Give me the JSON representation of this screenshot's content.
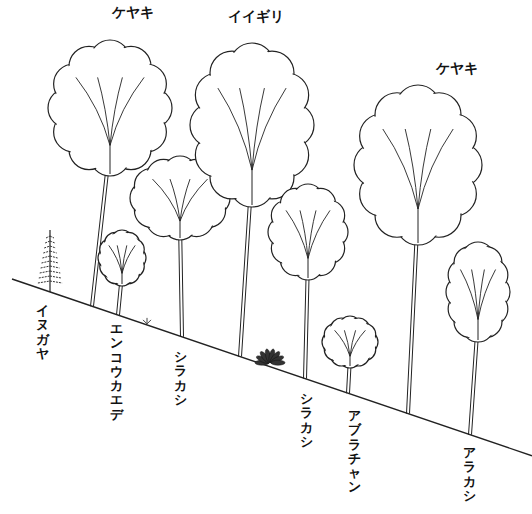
{
  "diagram": {
    "labels": [
      "ケヤキ",
      "イイギリ",
      "ケヤキ",
      "イヌガヤ",
      "エンコウカエデ",
      "シラカシ",
      "シラカシ",
      "アブラチャン",
      "アラカシ"
    ]
  }
}
